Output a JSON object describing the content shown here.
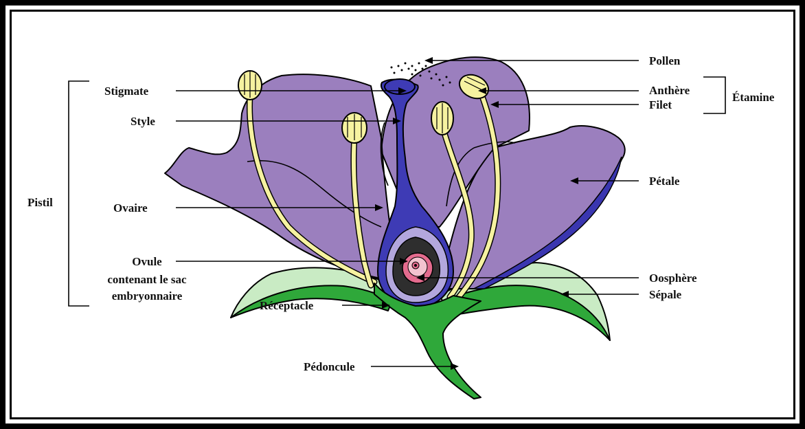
{
  "labels": {
    "pollen": "Pollen",
    "anthere": "Anthère",
    "filet": "Filet",
    "etamine": "Étamine",
    "stigmate": "Stigmate",
    "style": "Style",
    "pistil": "Pistil",
    "ovaire": "Ovaire",
    "ovule_line1": "Ovule",
    "ovule_line2": "contenant le sac",
    "ovule_line3": "embryonnaire",
    "receptacle": "Réceptacle",
    "petale": "Pétale",
    "oosphere": "Oosphère",
    "sepale": "Sépale",
    "pedoncule": "Pédoncule"
  },
  "colors": {
    "petal": "#9b7fbe",
    "petal_edge": "#3a36b0",
    "pistil": "#3e3bb5",
    "stamen": "#f6f2a0",
    "sepal_light": "#c9ebc4",
    "sepal_green": "#2fa83a",
    "ovule_pink": "#e46b8e",
    "ovary_dark": "#2e2e2e",
    "ovary_lilac": "#b3a7dd"
  }
}
